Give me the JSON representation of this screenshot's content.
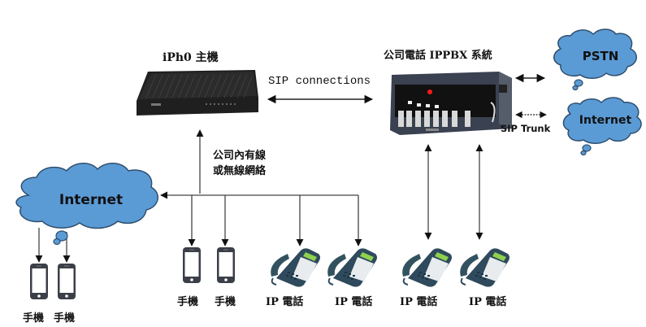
{
  "labels": {
    "iph0_host": "iPh0 主機",
    "ippbx_system": "公司電話 IPPBX 系統",
    "sip_connections": "SIP connections",
    "sip_trunk": "SIP Trunk",
    "lan_line1": "公司內有線",
    "lan_line2": "或無線網絡"
  },
  "clouds": {
    "pstn": "PSTN",
    "internet_right": "Internet",
    "internet_left": "Internet"
  },
  "devices": {
    "left_phones": [
      {
        "label": "手機"
      },
      {
        "label": "手機"
      }
    ],
    "lan_phones": [
      {
        "label": "手機"
      },
      {
        "label": "手機"
      }
    ],
    "lan_ip_phones": [
      {
        "label": "IP 電話"
      },
      {
        "label": "IP 電話"
      }
    ],
    "pbx_ip_phones": [
      {
        "label": "IP 電話"
      },
      {
        "label": "IP 電話"
      }
    ]
  },
  "colors": {
    "cloud_fill": "#5b9bd5",
    "cloud_stroke": "#2f4f6f",
    "line": "#333333",
    "device_dark": "#1c1c1c",
    "pbx_body": "#3a4150",
    "phone_body": "#2e4a5c",
    "phone_screen": "#8fd14f",
    "led_red": "#ff1a1a"
  }
}
